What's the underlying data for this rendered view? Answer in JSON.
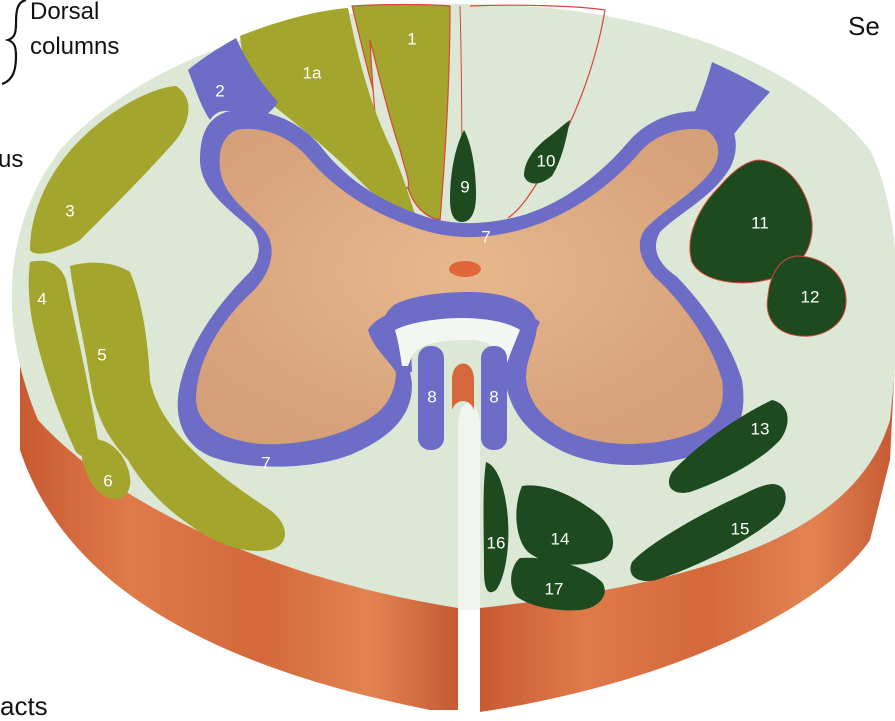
{
  "labels": {
    "dorsal": "Dorsal",
    "columns": "columns",
    "left_fragment": "us",
    "right_fragment": "Se",
    "bottom_fragment": "acts"
  },
  "regions": [
    {
      "id": "1",
      "group": "dorsal"
    },
    {
      "id": "1a",
      "group": "dorsal"
    },
    {
      "id": "2",
      "group": "blue"
    },
    {
      "id": "3",
      "group": "olive"
    },
    {
      "id": "4",
      "group": "olive"
    },
    {
      "id": "5",
      "group": "olive"
    },
    {
      "id": "6",
      "group": "olive"
    },
    {
      "id": "7",
      "group": "blue"
    },
    {
      "id": "8",
      "group": "blue"
    },
    {
      "id": "9",
      "group": "dark"
    },
    {
      "id": "10",
      "group": "dark"
    },
    {
      "id": "11",
      "group": "dark"
    },
    {
      "id": "12",
      "group": "dark"
    },
    {
      "id": "13",
      "group": "dark"
    },
    {
      "id": "14",
      "group": "dark"
    },
    {
      "id": "15",
      "group": "dark"
    },
    {
      "id": "16",
      "group": "dark"
    },
    {
      "id": "17",
      "group": "dark"
    }
  ],
  "colors": {
    "white_matter": "#dce7d6",
    "gray_matter": "#dcaa82",
    "gray_outline": "#6a6ac0",
    "olive_tract": "#a3a52c",
    "dark_tract": "#1d4a1e",
    "side_wall": "#d46c3e",
    "central_canal": "#e0673a",
    "outline_red": "#d9463c"
  }
}
